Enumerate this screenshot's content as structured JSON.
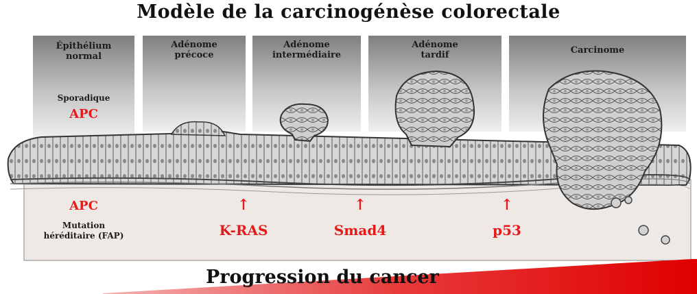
{
  "title": "Modèle de la carcinogénèse colorectale",
  "stages": [
    {
      "id": "normal",
      "label_line1": "Épithélium",
      "label_line2": "normal"
    },
    {
      "id": "early",
      "label_line1": "Adénome",
      "label_line2": "précoce"
    },
    {
      "id": "intermediate",
      "label_line1": "Adénome",
      "label_line2": "intermédiaire"
    },
    {
      "id": "late",
      "label_line1": "Adénome",
      "label_line2": "tardif"
    },
    {
      "id": "carcinoma",
      "label_line1": "Carcinome",
      "label_line2": ""
    }
  ],
  "sporadic": {
    "label": "Sporadique",
    "gene": "APC"
  },
  "hereditary": {
    "gene": "APC",
    "line1": "Mutation",
    "line2": "héréditaire (FAP)"
  },
  "mutations": [
    {
      "gene": "K-RAS",
      "arrow": "↑"
    },
    {
      "gene": "Smad4",
      "arrow": "↑"
    },
    {
      "gene": "p53",
      "arrow": "↑"
    }
  ],
  "footer": "Progression du cancer",
  "colors": {
    "accent": "#e31b1b",
    "panel": "#8a8a8a",
    "tissue": "#d9d9d9",
    "ink": "#1c1c1c"
  }
}
